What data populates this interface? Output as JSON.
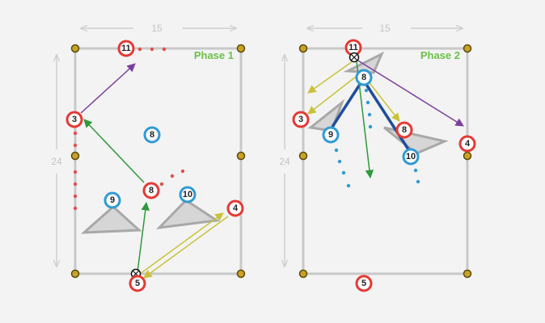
{
  "colors": {
    "pitch_line": "#c8c8c8",
    "red_team": "#e53935",
    "blue_team": "#2f9ad4",
    "phase_title": "#6cc04a",
    "arrow_purple": "#7b3f9e",
    "arrow_green": "#2e9a3a",
    "arrow_yellow": "#c9c23a",
    "run_blue": "#1f4d9c",
    "dots_red": "#e0504a",
    "dots_blue": "#2f9ad4",
    "cone_yellow": "#c9a227",
    "shadow_fill": "#d6d6d6",
    "shadow_stroke": "#a8a8a8",
    "dimension": "#cfcfcf"
  },
  "phase1": {
    "title": "Phase 1",
    "width_label": "15",
    "height_label": "24",
    "players": [
      {
        "team": "red",
        "number": "11"
      },
      {
        "team": "red",
        "number": "3"
      },
      {
        "team": "blue",
        "number": "8"
      },
      {
        "team": "red",
        "number": "8"
      },
      {
        "team": "blue",
        "number": "9"
      },
      {
        "team": "blue",
        "number": "10"
      },
      {
        "team": "red",
        "number": "4"
      },
      {
        "team": "red",
        "number": "5"
      }
    ]
  },
  "phase2": {
    "title": "Phase 2",
    "width_label": "15",
    "height_label": "24",
    "players": [
      {
        "team": "red",
        "number": "11"
      },
      {
        "team": "blue",
        "number": "8"
      },
      {
        "team": "red",
        "number": "3"
      },
      {
        "team": "blue",
        "number": "9"
      },
      {
        "team": "red",
        "number": "8"
      },
      {
        "team": "blue",
        "number": "10"
      },
      {
        "team": "red",
        "number": "4"
      },
      {
        "team": "red",
        "number": "5"
      }
    ]
  }
}
